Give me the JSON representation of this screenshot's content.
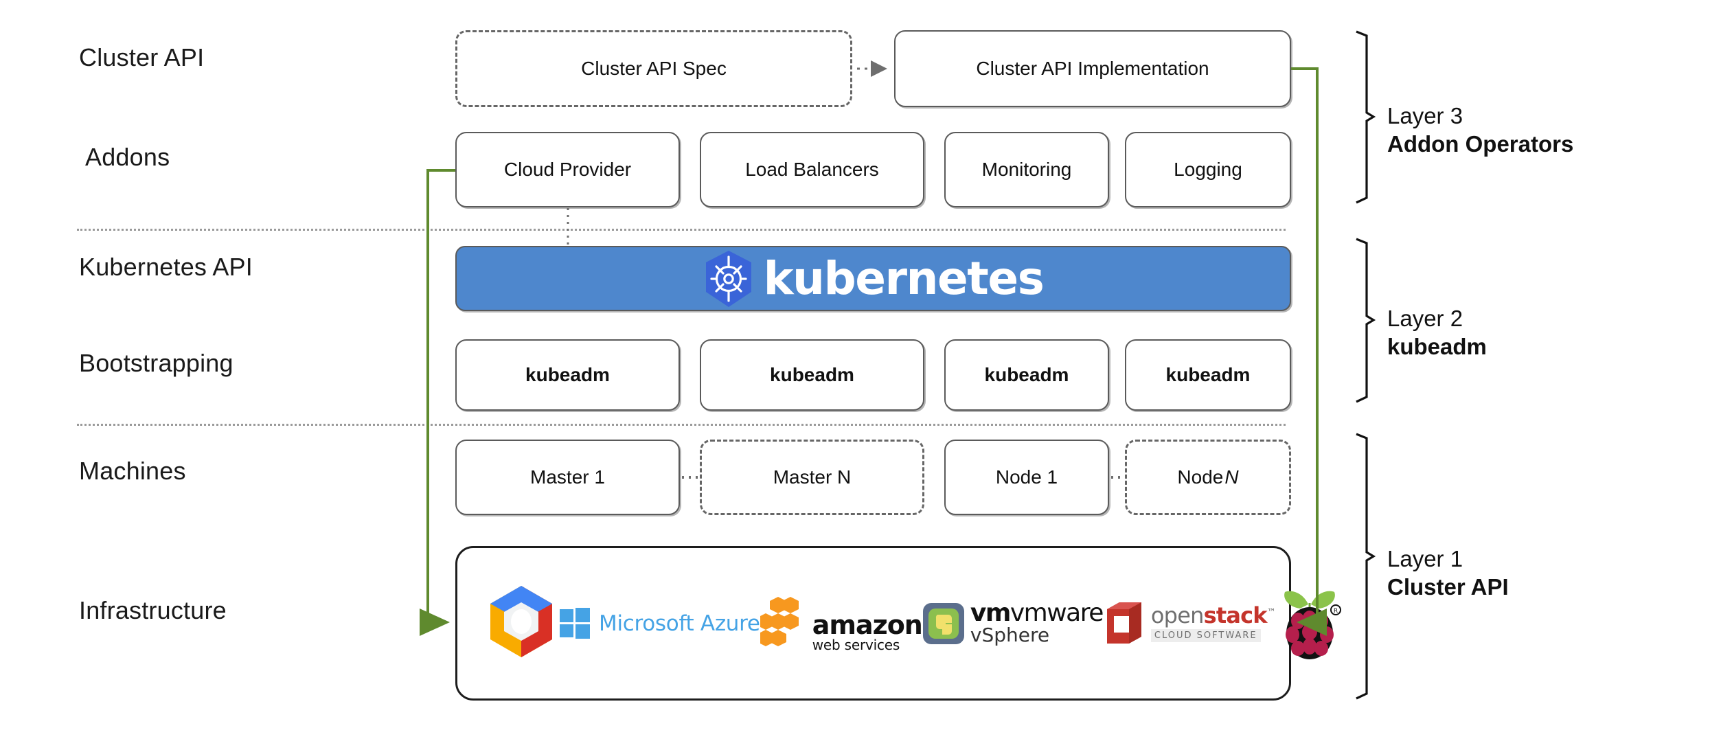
{
  "diagram": {
    "title": "Cluster API layered architecture",
    "colors": {
      "kubernetes_blue": "#4E87CD",
      "kubernetes_logo_blue": "#3A64D8",
      "arrow_green": "#5F8A2E",
      "box_border_gray": "#5A5A5A",
      "divider_gray": "#9A9A9A",
      "dotted_arrow_gray": "#6E6E6E",
      "infra_border_black": "#1D1D1D"
    }
  },
  "row_labels": [
    {
      "id": "cluster-api",
      "text": "Cluster API"
    },
    {
      "id": "addons",
      "text": "Addons"
    },
    {
      "id": "kubernetes-api",
      "text": "Kubernetes API"
    },
    {
      "id": "bootstrapping",
      "text": "Bootstrapping"
    },
    {
      "id": "machines",
      "text": "Machines"
    },
    {
      "id": "infrastructure",
      "text": "Infrastructure"
    }
  ],
  "cluster_api_row": {
    "spec_box": {
      "label": "Cluster API Spec",
      "style": "dashed"
    },
    "impl_box": {
      "label": "Cluster API Implementation",
      "style": "solid"
    },
    "connector": {
      "type": "dotted-arrow",
      "from": "Cluster API Spec",
      "to": "Cluster API Implementation"
    }
  },
  "addons_row": {
    "boxes": [
      {
        "label": "Cloud Provider",
        "style": "solid"
      },
      {
        "label": "Load Balancers",
        "style": "solid"
      },
      {
        "label": "Monitoring",
        "style": "solid"
      },
      {
        "label": "Logging",
        "style": "solid"
      }
    ]
  },
  "kubernetes_row": {
    "wordmark": "kubernetes",
    "logo_name": "kubernetes-helm-wheel-icon"
  },
  "bootstrapping_row": {
    "boxes": [
      {
        "label": "kubeadm",
        "style": "solid"
      },
      {
        "label": "kubeadm",
        "style": "solid"
      },
      {
        "label": "kubeadm",
        "style": "solid"
      },
      {
        "label": "kubeadm",
        "style": "solid"
      }
    ]
  },
  "machines_row": {
    "boxes": [
      {
        "label": "Master 1",
        "style": "solid",
        "italic_suffix": ""
      },
      {
        "label": "Master N",
        "style": "dashed",
        "italic_suffix": ""
      },
      {
        "label": "Node 1",
        "style": "solid",
        "italic_suffix": ""
      },
      {
        "label": "Node ",
        "style": "dashed",
        "italic_suffix": "N"
      }
    ],
    "ellipsis_connectors": 2
  },
  "infrastructure_row": {
    "providers": [
      {
        "name": "Google Cloud Platform",
        "icon": "gcp-hexagon-icon",
        "text": ""
      },
      {
        "name": "Microsoft Azure",
        "icon": "windows-logo-icon",
        "text": "Microsoft Azure"
      },
      {
        "name": "Amazon Web Services",
        "icon": "aws-cubes-icon",
        "text": "amazon",
        "subtext": "web services"
      },
      {
        "name": "VMware vSphere",
        "icon": "vmware-vsphere-icon",
        "text": "vmware",
        "subtext": "vSphere"
      },
      {
        "name": "OpenStack",
        "icon": "openstack-cube-icon",
        "text_open": "open",
        "text_stack": "stack",
        "subtext": "CLOUD SOFTWARE"
      },
      {
        "name": "Raspberry Pi",
        "icon": "raspberry-pi-icon",
        "text": ""
      }
    ]
  },
  "layers": [
    {
      "number": "Layer 3",
      "name": "Addon Operators"
    },
    {
      "number": "Layer 2",
      "name": "kubeadm"
    },
    {
      "number": "Layer 1",
      "name": "Cluster API"
    }
  ],
  "green_arrows": [
    {
      "id": "left-arrow",
      "from": "Cloud Provider",
      "to": "Infrastructure",
      "direction": "right"
    },
    {
      "id": "right-arrow",
      "from": "Cluster API Implementation",
      "to": "Infrastructure",
      "direction": "left"
    }
  ]
}
